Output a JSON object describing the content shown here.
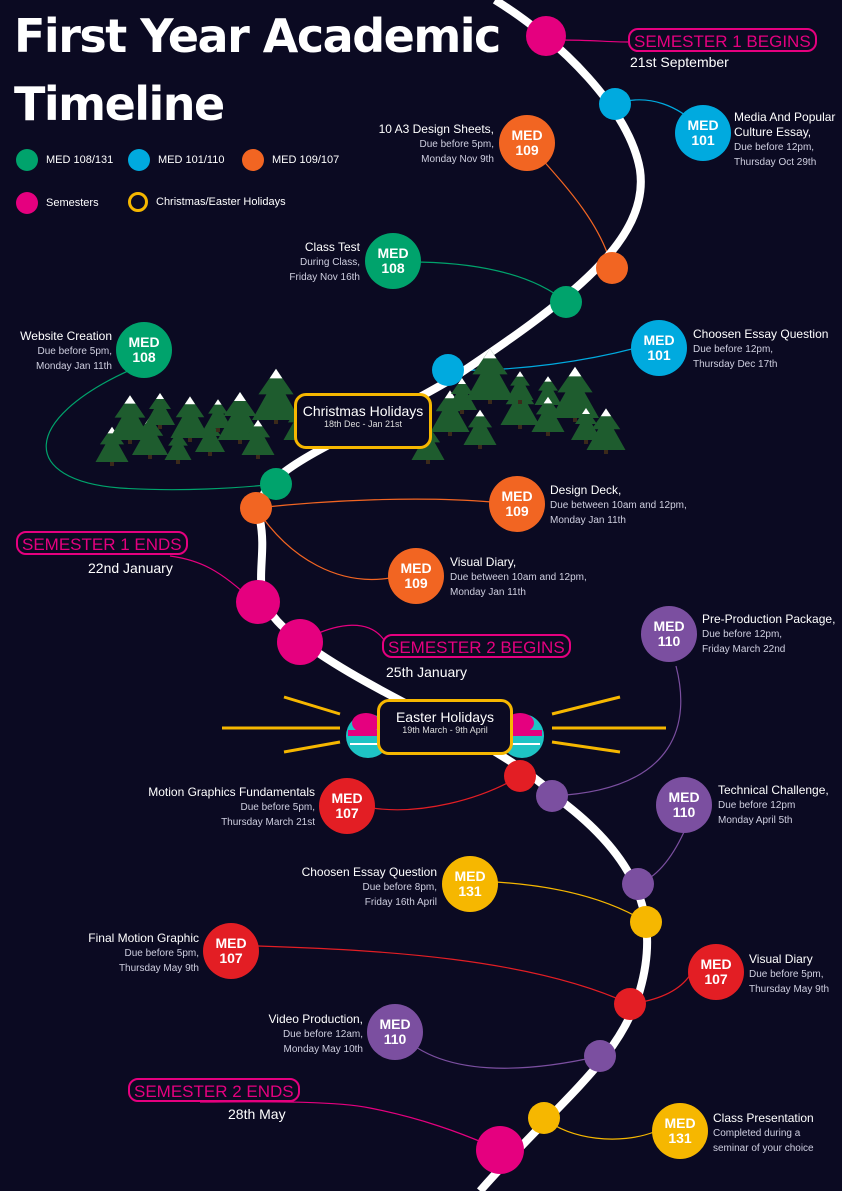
{
  "title": {
    "line1": "First Year Academic",
    "line2": "Timeline"
  },
  "legend": [
    {
      "label": "MED 108/131",
      "color": "#00a36c"
    },
    {
      "label": "MED 101/110",
      "color": "#00aadf"
    },
    {
      "label": "MED 109/107",
      "color": "#f26522"
    },
    {
      "label": "Semesters",
      "color": "#e5007f"
    },
    {
      "label": "Christmas/Easter Holidays",
      "color": "#f6b700"
    }
  ],
  "semesters": [
    {
      "label": "SEMESTER 1 BEGINS",
      "date": "21st September"
    },
    {
      "label": "SEMESTER 1 ENDS",
      "date": "22nd January"
    },
    {
      "label": "SEMESTER 2 BEGINS",
      "date": "25th January"
    },
    {
      "label": "SEMESTER 2 ENDS",
      "date": "28th May"
    }
  ],
  "holidays": [
    {
      "title": "Christmas Holidays",
      "dates": "18th Dec - Jan 21st"
    },
    {
      "title": "Easter Holidays",
      "dates": "19th March - 9th April"
    }
  ],
  "events": [
    {
      "code": "MED",
      "num": "101",
      "color": "#00aadf",
      "title": "Media And Popular",
      "title2": "Culture Essay,",
      "l1": "Due before 12pm,",
      "l2": "Thursday Oct 29th"
    },
    {
      "code": "MED",
      "num": "109",
      "color": "#f26522",
      "title": "10 A3 Design Sheets,",
      "l1": "Due before 5pm,",
      "l2": "Monday Nov 9th"
    },
    {
      "code": "MED",
      "num": "108",
      "color": "#00a36c",
      "title": "Class Test",
      "l1": "During Class,",
      "l2": "Friday Nov 16th"
    },
    {
      "code": "MED",
      "num": "101",
      "color": "#00aadf",
      "title": "Choosen Essay Question",
      "l1": "Due before 12pm,",
      "l2": "Thursday Dec 17th"
    },
    {
      "code": "MED",
      "num": "108",
      "color": "#00a36c",
      "title": "Website Creation",
      "l1": "Due before  5pm,",
      "l2": "Monday Jan 11th"
    },
    {
      "code": "MED",
      "num": "109",
      "color": "#f26522",
      "title": "Design Deck,",
      "l1": "Due between 10am and 12pm,",
      "l2": "Monday Jan 11th"
    },
    {
      "code": "MED",
      "num": "109",
      "color": "#f26522",
      "title": "Visual Diary,",
      "l1": "Due between 10am and 12pm,",
      "l2": "Monday Jan 11th"
    },
    {
      "code": "MED",
      "num": "110",
      "color": "#7b4fa0",
      "title": "Pre-Production Package,",
      "l1": "Due before 12pm,",
      "l2": "Friday March 22nd"
    },
    {
      "code": "MED",
      "num": "107",
      "color": "#e31e24",
      "title": "Motion Graphics Fundamentals",
      "l1": "Due before 5pm,",
      "l2": "Thursday March 21st"
    },
    {
      "code": "MED",
      "num": "110",
      "color": "#7b4fa0",
      "title": "Technical Challenge,",
      "l1": "Due before 12pm",
      "l2": "Monday April 5th"
    },
    {
      "code": "MED",
      "num": "131",
      "color": "#f6b700",
      "title": "Choosen Essay Question",
      "l1": "Due before  8pm,",
      "l2": "Friday 16th April"
    },
    {
      "code": "MED",
      "num": "107",
      "color": "#e31e24",
      "title": "Final Motion Graphic",
      "l1": "Due before 5pm,",
      "l2": "Thursday May 9th"
    },
    {
      "code": "MED",
      "num": "107",
      "color": "#e31e24",
      "title": "Visual Diary",
      "l1": "Due before 5pm,",
      "l2": "Thursday May 9th"
    },
    {
      "code": "MED",
      "num": "110",
      "color": "#7b4fa0",
      "title": "Video Production,",
      "l1": "Due before 12am,",
      "l2": "Monday May 10th"
    },
    {
      "code": "MED",
      "num": "131",
      "color": "#f6b700",
      "title": "Class Presentation",
      "l1": "Completed during a",
      "l2": "seminar of your choice"
    }
  ],
  "colors": {
    "background": "#0b0a22",
    "semester": "#e5007f",
    "holiday": "#f6b700",
    "tree": "#1e5c2e"
  }
}
